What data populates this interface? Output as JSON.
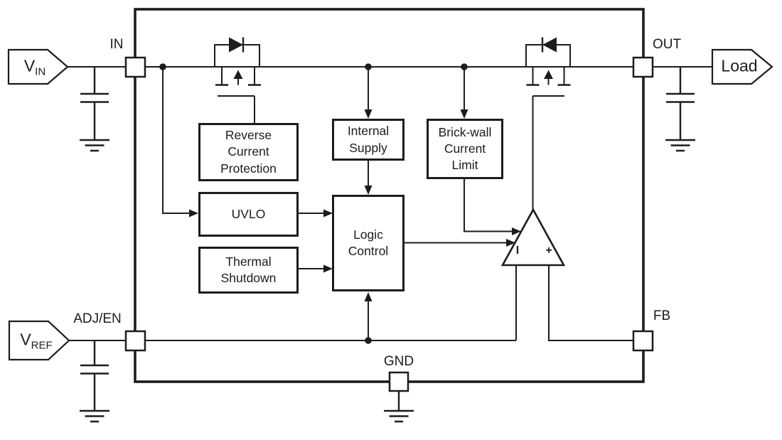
{
  "colors": {
    "line": "#1c1c1c",
    "background": "#ffffff"
  },
  "ic": {
    "pins": {
      "in": "IN",
      "out": "OUT",
      "adj_en": "ADJ/EN",
      "fb": "FB",
      "gnd": "GND"
    },
    "blocks": {
      "reverse_current_protection": "Reverse\nCurrent\nProtection",
      "uvlo": "UVLO",
      "thermal_shutdown": "Thermal\nShutdown",
      "internal_supply": "Internal\nSupply",
      "logic_control": "Logic\nControl",
      "brick_wall_current_limit": "Brick-wall\nCurrent\nLimit"
    },
    "error_amplifier": {
      "inverting_input": "I",
      "noninverting_input": "+"
    }
  },
  "external": {
    "vin_tag": {
      "symbol": "V",
      "subscript": "IN"
    },
    "vref_tag": {
      "symbol": "V",
      "subscript": "REF"
    },
    "load_tag": "Load"
  }
}
